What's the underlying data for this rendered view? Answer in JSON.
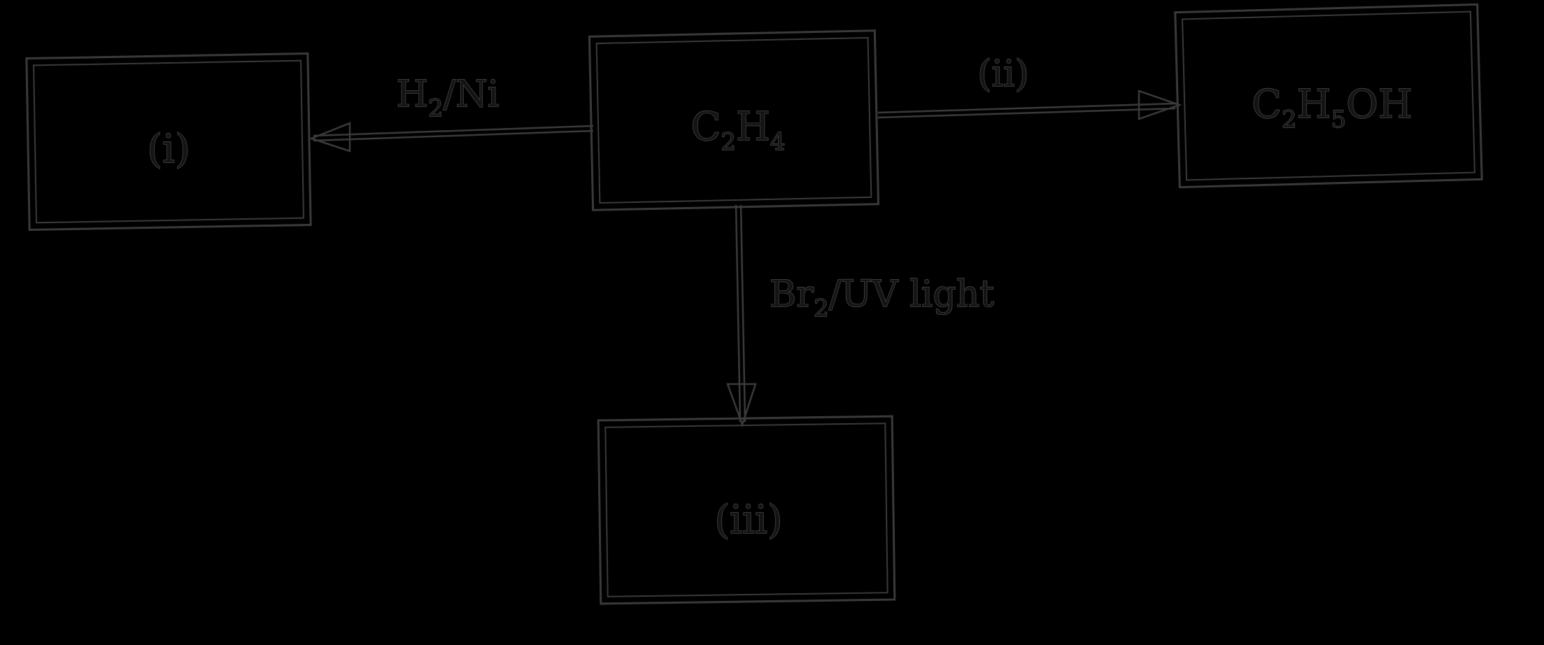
{
  "boxes": {
    "box_i": {
      "label": "(i)"
    },
    "box_c2h4": {
      "label_main": "C",
      "sub1": "2",
      "label_mid": "H",
      "sub2": "4"
    },
    "box_ethanol": {
      "part1": "C",
      "sub1": "2",
      "part2": "H",
      "sub2": "5",
      "part3": "OH"
    },
    "box_iii": {
      "label": "(iii)"
    }
  },
  "reagents": {
    "hydrogenation": {
      "part1": "H",
      "sub": "2",
      "part2": "/Ni"
    },
    "hydration": {
      "label": "(ii)"
    },
    "bromination": {
      "part1": "Br",
      "sub": "2",
      "part2": "/UV light"
    }
  },
  "colors": {
    "background": "#000000",
    "stroke": "#3a3a3a"
  }
}
